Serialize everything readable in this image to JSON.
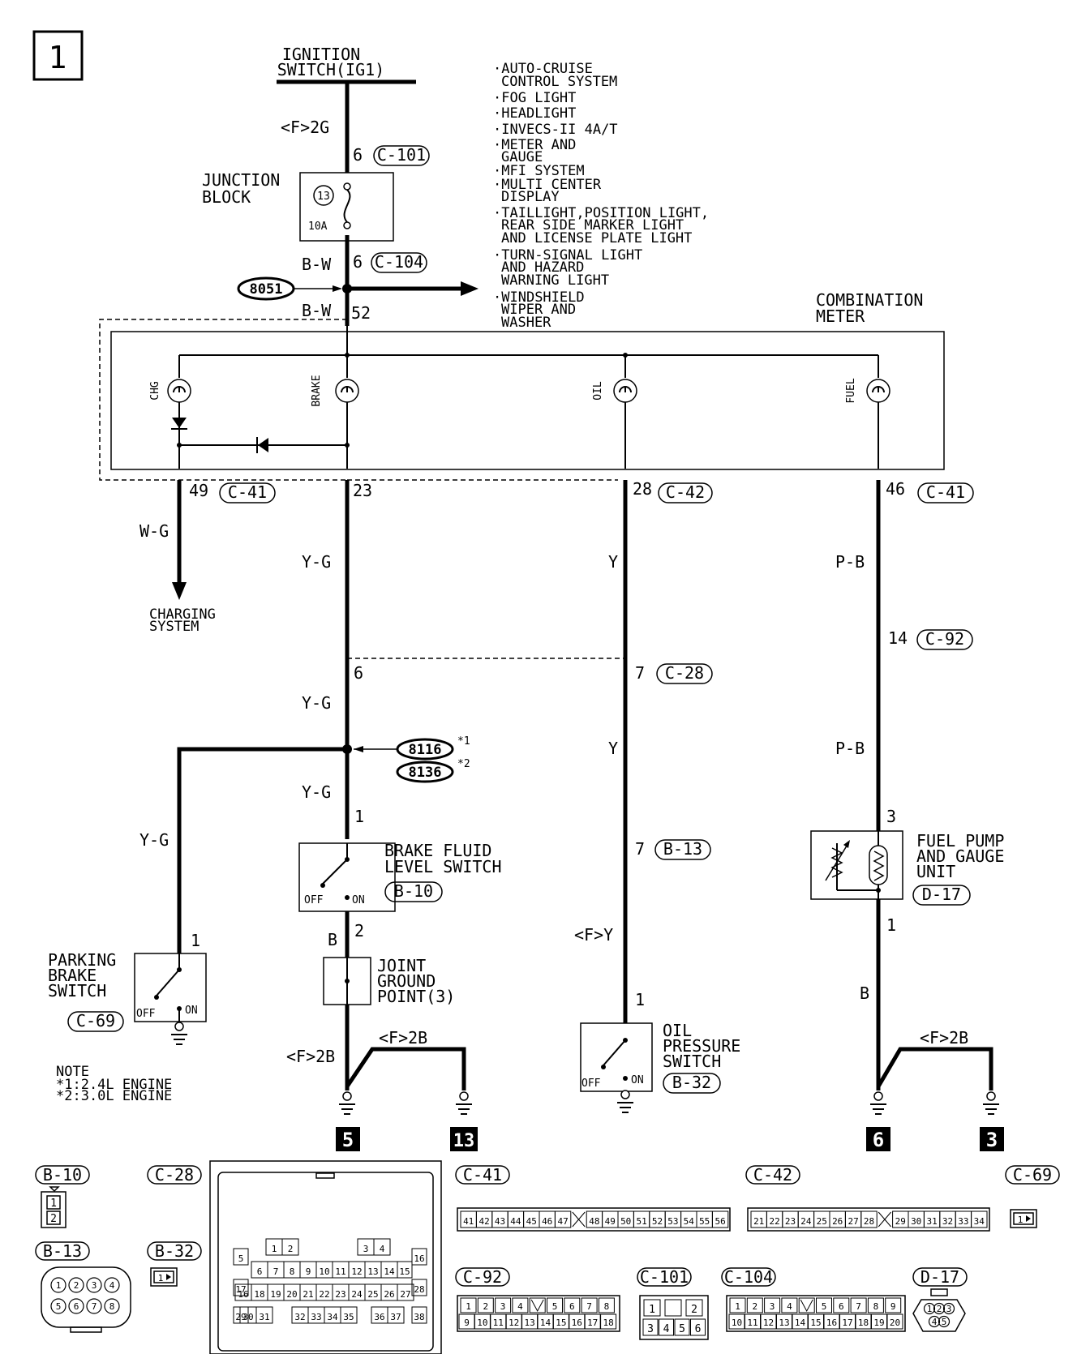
{
  "page_number": "1",
  "source": {
    "line1": "IGNITION",
    "line2": "SWITCH(IG1)"
  },
  "wires": {
    "f2g": "<F>2G",
    "bw1": "B-W",
    "bw2": "B-W",
    "wg": "W-G",
    "yg1": "Y-G",
    "y1": "Y",
    "pb1": "P-B",
    "yg2": "Y-G",
    "y2": "Y",
    "pb2": "P-B",
    "yg3": "Y-G",
    "yg4": "Y-G",
    "b1": "B",
    "fy": "<F>Y",
    "b2": "B",
    "f2b1": "<F>2B",
    "f2b2": "<F>2B",
    "f2b3": "<F>2B"
  },
  "pins": {
    "p6a": "6",
    "p6b": "6",
    "p52": "52",
    "p49": "49",
    "p23": "23",
    "p28": "28",
    "p46": "46",
    "p6c": "6",
    "p7a": "7",
    "p14": "14",
    "p1a": "1",
    "p7b": "7",
    "p3": "3",
    "p1b": "1",
    "p2": "2",
    "p1c": "1",
    "p1d": "1"
  },
  "connectors": {
    "c101": "C-101",
    "c104": "C-104",
    "c41a": "C-41",
    "c42": "C-42",
    "c41b": "C-41",
    "c28": "C-28",
    "c92": "C-92",
    "b13": "B-13",
    "b10": "B-10",
    "d17": "D-17",
    "c69": "C-69",
    "b32": "B-32"
  },
  "junction": {
    "line1": "JUNCTION",
    "line2": "BLOCK",
    "fuse_no": "13",
    "fuse_amp": "10A"
  },
  "splices": {
    "s8051": "8051",
    "s8116": "8116",
    "s8136": "8136",
    "m1": "*1",
    "m2": "*2"
  },
  "systems": [
    {
      "line1": "AUTO-CRUISE",
      "line2": "CONTROL SYSTEM",
      "line3": ""
    },
    {
      "line1": "FOG LIGHT",
      "line2": "",
      "line3": ""
    },
    {
      "line1": "HEADLIGHT",
      "line2": "",
      "line3": ""
    },
    {
      "line1": "INVECS-II 4A/T",
      "line2": "",
      "line3": ""
    },
    {
      "line1": "METER AND",
      "line2": "GAUGE",
      "line3": ""
    },
    {
      "line1": "MFI SYSTEM",
      "line2": "",
      "line3": ""
    },
    {
      "line1": "MULTI CENTER",
      "line2": "DISPLAY",
      "line3": ""
    },
    {
      "line1": "TAILLIGHT,POSITION LIGHT,",
      "line2": "REAR SIDE MARKER LIGHT",
      "line3": "AND LICENSE PLATE LIGHT"
    },
    {
      "line1": "TURN-SIGNAL LIGHT",
      "line2": "AND HAZARD",
      "line3": "WARNING LIGHT"
    },
    {
      "line1": "WINDSHIELD",
      "line2": "WIPER AND",
      "line3": "WASHER"
    }
  ],
  "meter": {
    "line1": "COMBINATION",
    "line2": "METER",
    "lamps": [
      "CHG",
      "BRAKE",
      "OIL",
      "FUEL"
    ]
  },
  "components": {
    "charging": {
      "line1": "CHARGING",
      "line2": "SYSTEM"
    },
    "brake_fluid": {
      "line1": "BRAKE FLUID",
      "line2": "LEVEL SWITCH",
      "off": "OFF",
      "on": "ON"
    },
    "joint": {
      "line1": "JOINT",
      "line2": "GROUND",
      "line3": "POINT(3)"
    },
    "fuel_pump": {
      "line1": "FUEL PUMP",
      "line2": "AND GAUGE",
      "line3": "UNIT"
    },
    "parking": {
      "line1": "PARKING",
      "line2": "BRAKE",
      "line3": "SWITCH",
      "off": "OFF",
      "on": "ON"
    },
    "oil_pressure": {
      "line1": "OIL",
      "line2": "PRESSURE",
      "line3": "SWITCH",
      "off": "OFF",
      "on": "ON"
    }
  },
  "note": {
    "title": "NOTE",
    "line1": "*1:2.4L ENGINE",
    "line2": "*2:3.0L ENGINE"
  },
  "grounds": [
    "5",
    "13",
    "6",
    "3"
  ],
  "connector_views": {
    "b10": {
      "label": "B-10",
      "pins": [
        "1",
        "2"
      ]
    },
    "b13": {
      "label": "B-13",
      "pins": [
        "1",
        "2",
        "3",
        "4",
        "5",
        "6",
        "7",
        "8"
      ]
    },
    "b32": {
      "label": "B-32",
      "pins": [
        "1"
      ]
    },
    "c28": {
      "label": "C-28",
      "pins": [
        "1",
        "2",
        "3",
        "4",
        "5",
        "6",
        "7",
        "8",
        "9",
        "10",
        "11",
        "12",
        "13",
        "14",
        "15",
        "16",
        "17",
        "18",
        "19",
        "20",
        "21",
        "22",
        "23",
        "24",
        "25",
        "26",
        "27",
        "28",
        "29",
        "30",
        "31",
        "32",
        "33",
        "34",
        "35",
        "36",
        "37",
        "38"
      ]
    },
    "c41": {
      "label": "C-41",
      "pins": [
        "41",
        "42",
        "43",
        "44",
        "45",
        "46",
        "47",
        "",
        "48",
        "49",
        "50",
        "51",
        "52",
        "53",
        "54",
        "55",
        "56"
      ]
    },
    "c42": {
      "label": "C-42",
      "pins": [
        "21",
        "22",
        "23",
        "24",
        "25",
        "26",
        "27",
        "28",
        "",
        "29",
        "30",
        "31",
        "32",
        "33",
        "34"
      ]
    },
    "c69": {
      "label": "C-69",
      "pins": [
        "1"
      ]
    },
    "c92": {
      "label": "C-92",
      "row1": [
        "1",
        "2",
        "3",
        "4",
        "",
        "5",
        "6",
        "7",
        "8"
      ],
      "row2": [
        "9",
        "10",
        "11",
        "12",
        "13",
        "14",
        "15",
        "16",
        "17",
        "18"
      ]
    },
    "c101": {
      "label": "C-101",
      "row1": [
        "1",
        "",
        "2"
      ],
      "row2": [
        "3",
        "4",
        "5",
        "6"
      ]
    },
    "c104": {
      "label": "C-104",
      "row1": [
        "1",
        "2",
        "3",
        "4",
        "",
        "5",
        "6",
        "7",
        "8",
        "9"
      ],
      "row2": [
        "10",
        "11",
        "12",
        "13",
        "14",
        "15",
        "16",
        "17",
        "18",
        "19",
        "20"
      ]
    },
    "d17": {
      "label": "D-17",
      "pins": [
        "1",
        "2",
        "3",
        "4",
        "5"
      ]
    }
  }
}
